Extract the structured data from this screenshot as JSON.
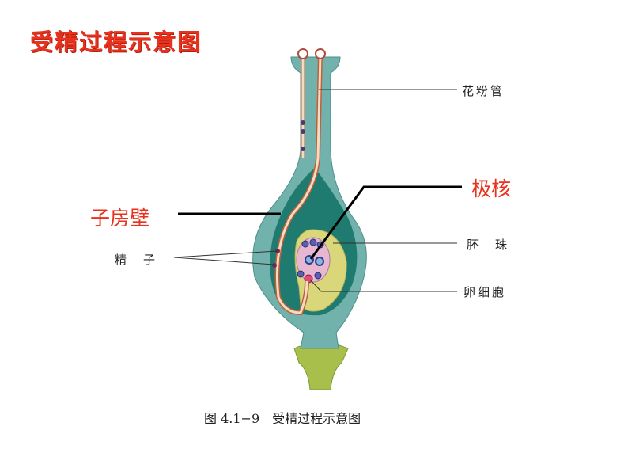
{
  "title": "受精过程示意图",
  "labels": {
    "pollen_tube": "花粉管",
    "polar_nuclei": "极核",
    "ovary_wall": "子房壁",
    "ovule": "胚　珠",
    "sperm": "精　子",
    "egg_cell": "卵细胞"
  },
  "caption": "图 4.1−9　受精过程示意图",
  "colors": {
    "accent": "#e8321e",
    "pistil": "#6fb0ac",
    "ovary_cavity": "#1f7a70",
    "ovule": "#d9d77a",
    "tube": "#f3dcc4"
  }
}
